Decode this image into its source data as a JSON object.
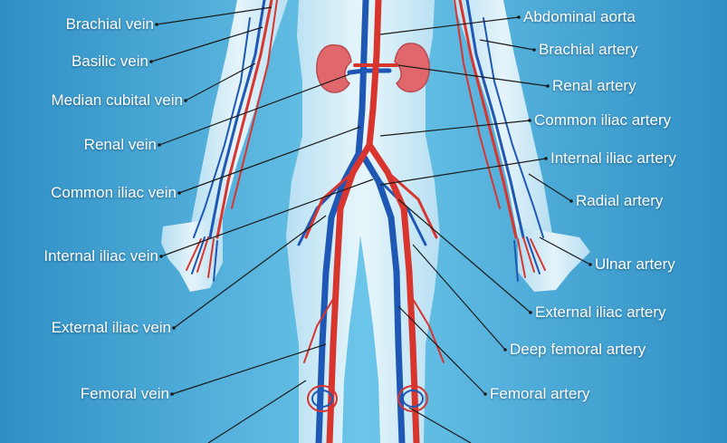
{
  "colors": {
    "background": "#4fb0da",
    "artery": "#d8352e",
    "vein": "#1f57b5",
    "kidney": "#e0686c",
    "body_silhouette": "#e9f5fb",
    "leader_line": "#1a1a1a",
    "label_text": "#ffffff"
  },
  "labels_left": [
    "Brachial vein",
    "Basilic vein",
    "Median cubital vein",
    "Renal vein",
    "Common iliac vein",
    "Internal iliac vein",
    "External iliac vein",
    "Femoral vein"
  ],
  "labels_right": [
    "Abdominal aorta",
    "Brachial artery",
    "Renal artery",
    "Common iliac artery",
    "Internal iliac artery",
    "Radial artery",
    "Ulnar artery",
    "External iliac artery",
    "Deep femoral artery",
    "Femoral artery"
  ]
}
